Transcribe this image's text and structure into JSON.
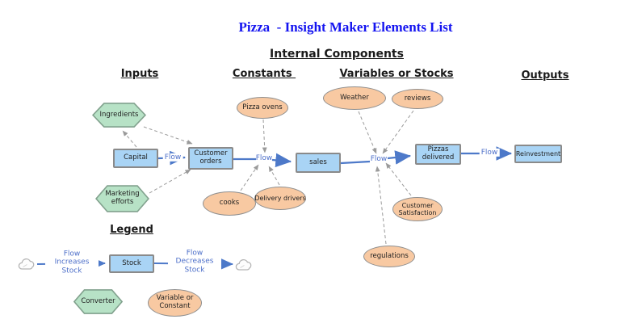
{
  "title": "Pizza  - Insight Maker Elements List",
  "headers": {
    "internal": "Internal Components",
    "inputs": "Inputs",
    "constants": "Constants ",
    "variables_or_stocks": "Variables or Stocks",
    "outputs": "Outputs",
    "legend": "Legend"
  },
  "flow_label": "Flow",
  "nodes": {
    "ingredients": "Ingredients",
    "capital": "Capital",
    "customer_orders": "Customer orders",
    "marketing_efforts": "Marketing efforts",
    "pizza_ovens": "Pizza ovens",
    "cooks": "cooks",
    "delivery_drivers": "Delivery drivers",
    "sales": "sales",
    "weather": "Weather",
    "reviews": "reviews",
    "pizzas_delivered": "Pizzas delivered",
    "customer_satisfaction": "Customer Satisfaction",
    "regulations": "regulations",
    "reinvestment": "Reinvestment"
  },
  "legend": {
    "stock": "Stock",
    "converter": "Converter",
    "variable_or_constant": "Variable or Constant",
    "flow_increases": "Flow Increases Stock",
    "flow_decreases": "Flow Decreases Stock"
  },
  "colors": {
    "flow": "#4d79c9",
    "link": "#9a9a9a",
    "title": "#1414f0",
    "stock_fill": "#a9d4f5",
    "converter_fill": "#b7e2c6",
    "variable_fill": "#f8c9a2"
  }
}
